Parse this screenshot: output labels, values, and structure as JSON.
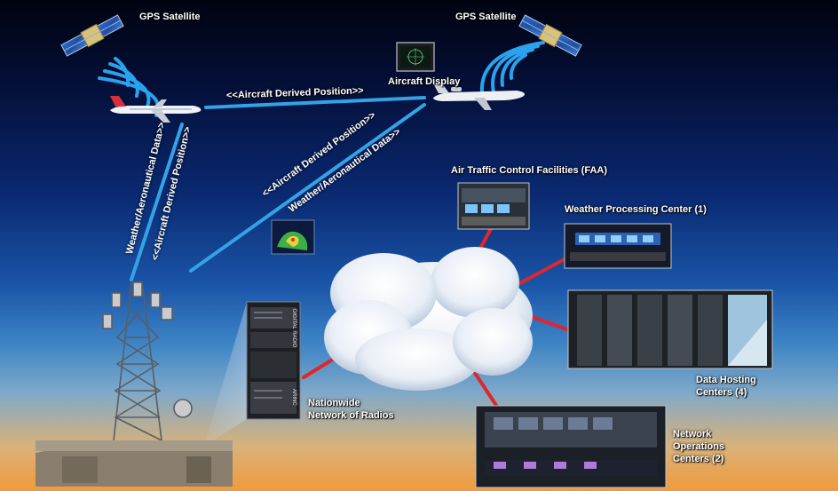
{
  "labels": {
    "gps_left": "GPS Satellite",
    "gps_right": "GPS Satellite",
    "aircraft_display": "Aircraft Display",
    "aircraft_position_top": "<<Aircraft Derived Position>>",
    "diag_position": "<<Aircraft Derived Position>>",
    "diag_weather": "Weather/Aeronautical Data>>",
    "vert_weather": "Weather/Aeronautical Data>>",
    "vert_position": "<<Aircraft Derived Position>>",
    "atc": "Air Traffic Control Facilities (FAA)",
    "weather_center": "Weather Processing Center (1)",
    "data_hosting": [
      "Data Hosting",
      "Centers (4)"
    ],
    "radios": [
      "Nationwide",
      "Network of Radios"
    ],
    "noc": [
      "Network",
      "Operations",
      "Centers (2)"
    ]
  },
  "rack_labels": [
    "DIGITAL RADIO",
    "ARINC"
  ],
  "icons": [
    "satellite-icon",
    "radio-wave-icon",
    "airplane-icon",
    "radio-tower-icon",
    "cloud-icon",
    "server-rack-icon",
    "building-icon"
  ],
  "colors": {
    "uplink_line": "#33a3e6",
    "network_line": "#e0262b",
    "cloud": "#f4f7fb",
    "wave": "#2aa2ee"
  }
}
